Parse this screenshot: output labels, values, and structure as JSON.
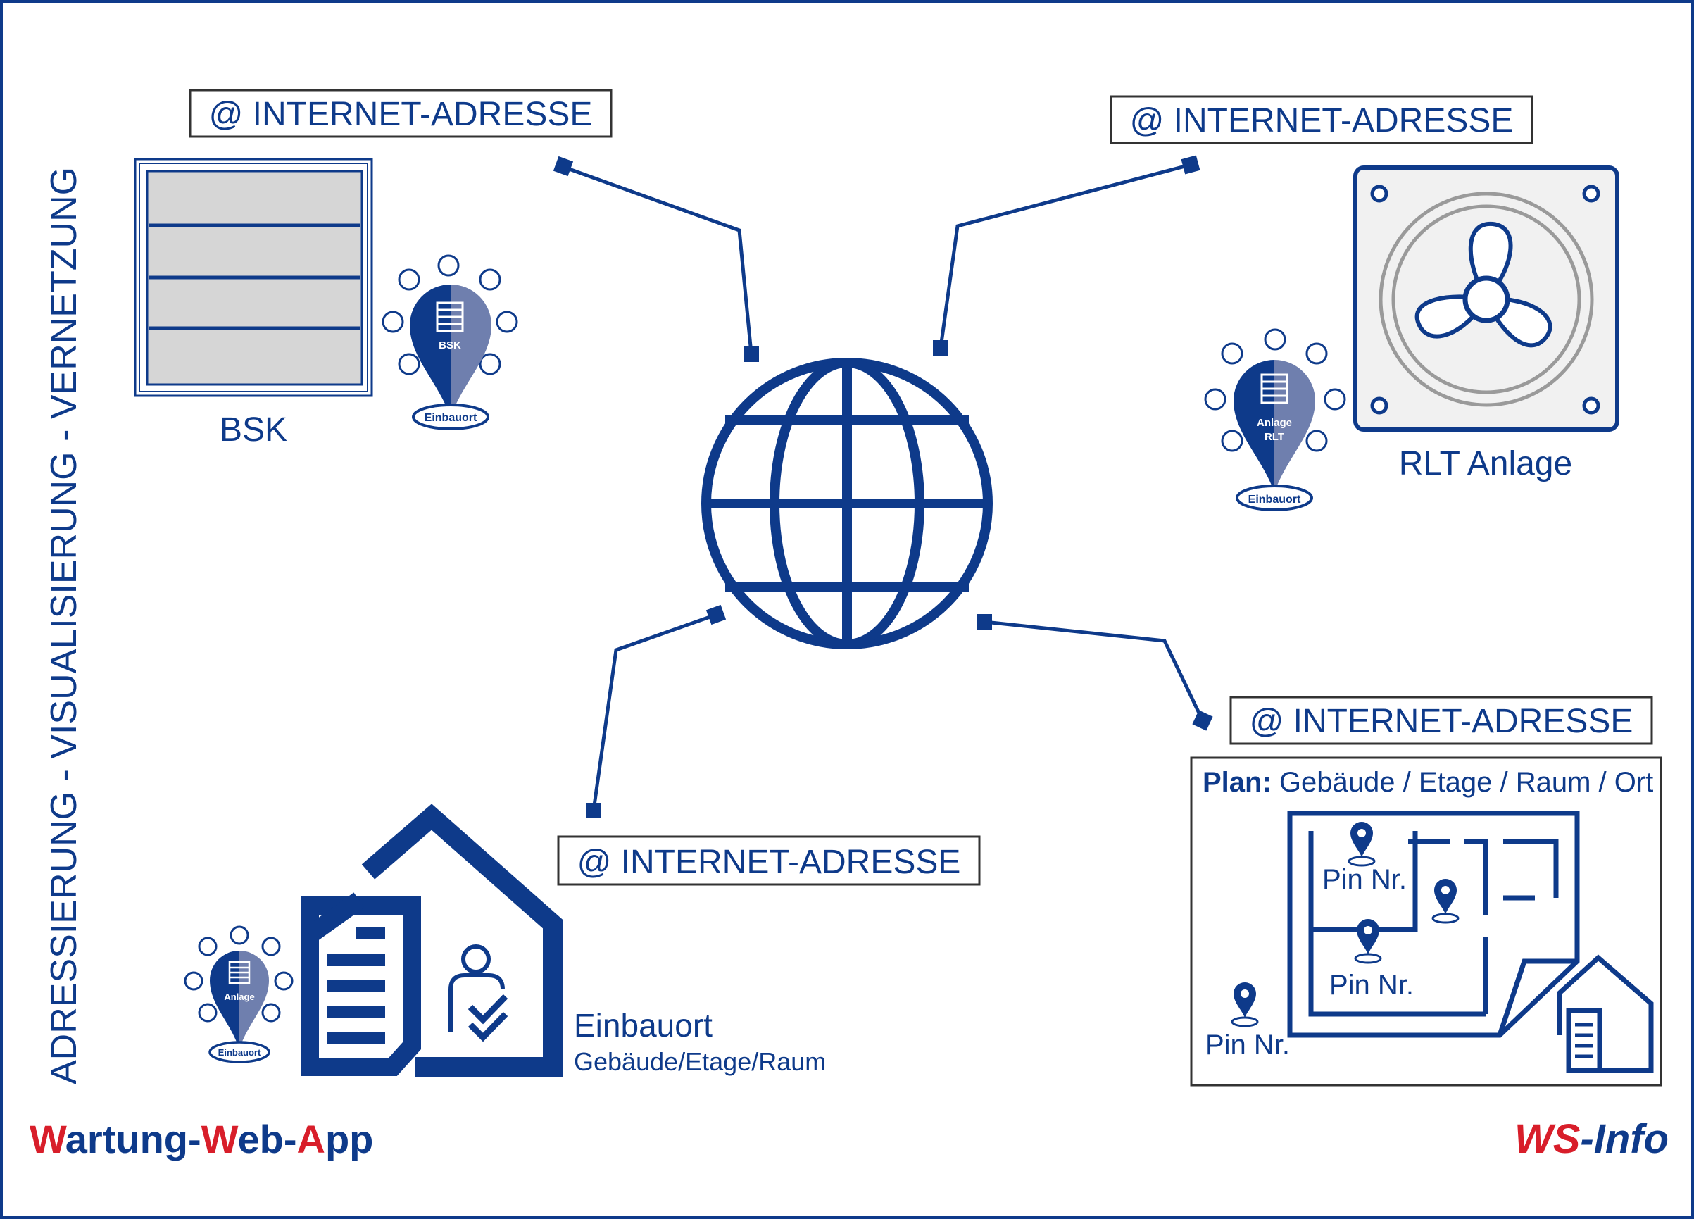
{
  "side_title": "ADRESSIERUNG - VISUALISIERUNG - VERNETZUNG",
  "address_label": "@ INTERNET-ADRESSE",
  "bsk": {
    "caption": "BSK",
    "pin_text": "BSK",
    "pin_badge": "Einbauort"
  },
  "rlt": {
    "caption": "RLT Anlage",
    "pin_text_1": "Anlage",
    "pin_text_2": "RLT",
    "pin_badge": "Einbauort"
  },
  "einbauort": {
    "title": "Einbauort",
    "subtitle": "Gebäude/Etage/Raum",
    "pin_text": "Anlage",
    "pin_badge": "Einbauort"
  },
  "plan": {
    "prefix": "Plan:",
    "text": " Gebäude / Etage / Raum / Ort",
    "pins": [
      "Pin Nr.",
      "Pin Nr.",
      "Pin Nr."
    ]
  },
  "footer_left": [
    "W",
    "artung-",
    "W",
    "eb-",
    "A",
    "pp"
  ],
  "footer_right": [
    "WS",
    "-Info"
  ],
  "colors": {
    "navy": "#0e3a8a",
    "gray": "#d6d6d6",
    "red": "#d81e2a",
    "pin_light": "#6f7fae"
  }
}
